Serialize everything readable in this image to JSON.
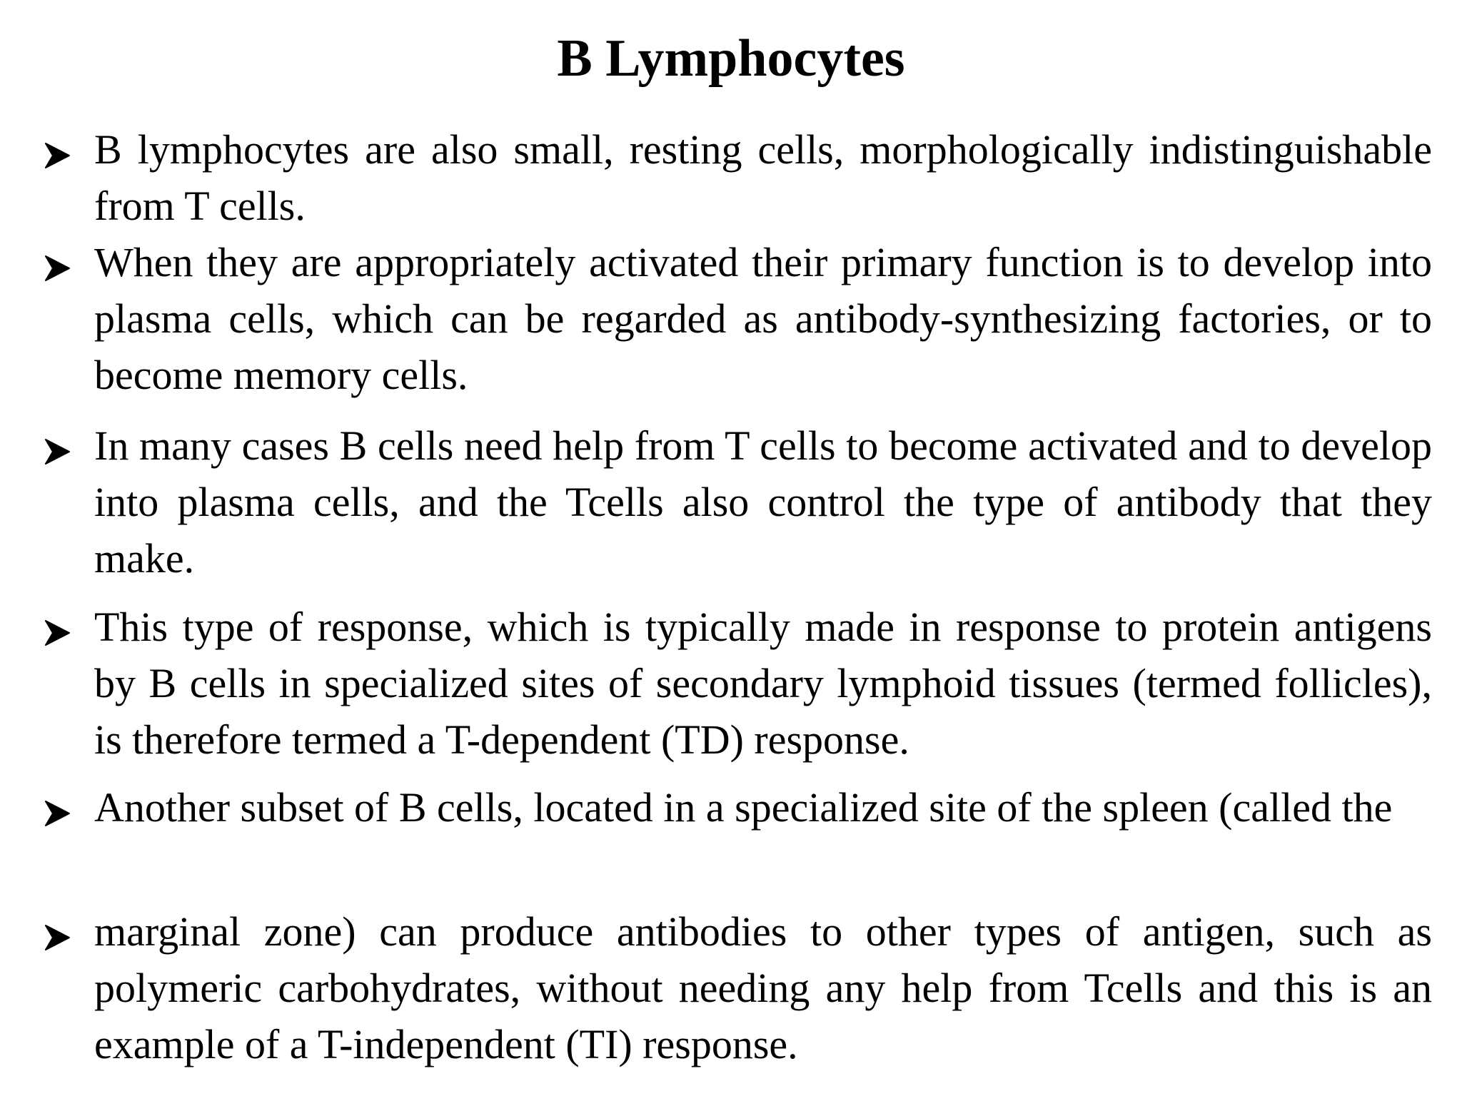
{
  "slide": {
    "title": "B Lymphocytes",
    "bullets": [
      {
        "text": "B lymphocytes are also small, resting cells, morphologically indistinguishable from T cells."
      },
      {
        "text": "When they are appropriately activated their primary function is to develop into plasma cells, which can be regarded as antibody-synthesizing factories, or to  become memory cells."
      },
      {
        "text": "In many cases B cells need help from T cells to become activated and to develop into plasma cells, and the Tcells also control the type of antibody that they make."
      },
      {
        "text": "This type of response, which is typically made in response to protein antigens by B cells in specialized sites of secondary lymphoid tissues (termed follicles), is therefore termed a T-dependent (TD) response."
      },
      {
        "text": "Another subset of B cells, located in a specialized site of the spleen (called the"
      },
      {
        "text": "marginal zone) can produce antibodies to other types of antigen, such as polymeric carbohydrates, without needing any help from Tcells and this is an example of a T-independent (TI) response."
      }
    ],
    "bullet_icon": "arrowhead-bullet-icon"
  }
}
